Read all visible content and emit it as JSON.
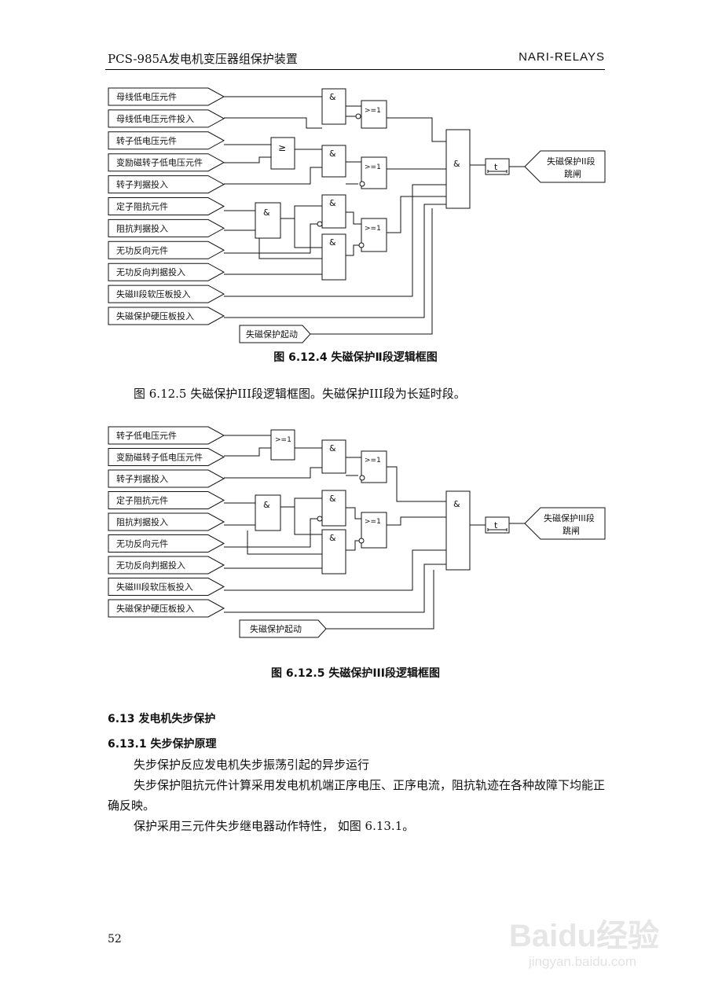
{
  "header": {
    "left": "PCS-985A发电机变压器组保护装置",
    "right": "NARI-RELAYS"
  },
  "diagram1": {
    "inputs": [
      "母线低电压元件",
      "母线低电压元件投入",
      "转子低电压元件",
      "变励磁转子低电压元件",
      "转子判据投入",
      "定子阻抗元件",
      "阻抗判据投入",
      "无功反向元件",
      "无功反向判据投入",
      "失磁II段软压板投入",
      "失磁保护硬压板投入"
    ],
    "start": "失磁保护起动",
    "and_label": "&",
    "or_label": ">=1",
    "ge_label": "≥",
    "timer": "t",
    "output_line1": "失磁保护II段",
    "output_line2": "跳闸",
    "caption": "图 6.12.4  失磁保护Ⅱ段逻辑框图"
  },
  "intro_line": "图 6.12.5 失磁保护III段逻辑框图。失磁保护III段为长延时段。",
  "diagram2": {
    "inputs": [
      "转子低电压元件",
      "变励磁转子低电压元件",
      "转子判据投入",
      "定子阻抗元件",
      "阻抗判据投入",
      "无功反向元件",
      "无功反向判据投入",
      "失磁III段软压板投入",
      "失磁保护硬压板投入"
    ],
    "start": "失磁保护起动",
    "and_label": "&",
    "or_label": ">=1",
    "timer": "t",
    "output_line1": "失磁保护III段",
    "output_line2": "跳闸",
    "caption": "图 6.12.5  失磁保护III段逻辑框图"
  },
  "section": {
    "number": "6.13",
    "title": "发电机失步保护"
  },
  "subsection": {
    "number": "6.13.1",
    "title": "失步保护原理"
  },
  "paragraphs": [
    "失步保护反应发电机失步振荡引起的异步运行",
    "失步保护阻抗元件计算采用发电机机端正序电压、正序电流，阻抗轨迹在各种故障下均能正确反映。",
    "保护采用三元件失步继电器动作特性， 如图 6.13.1。"
  ],
  "page_number": "52",
  "watermark": {
    "brand": "Baidu经验",
    "url": "jingyan.baidu.com"
  }
}
